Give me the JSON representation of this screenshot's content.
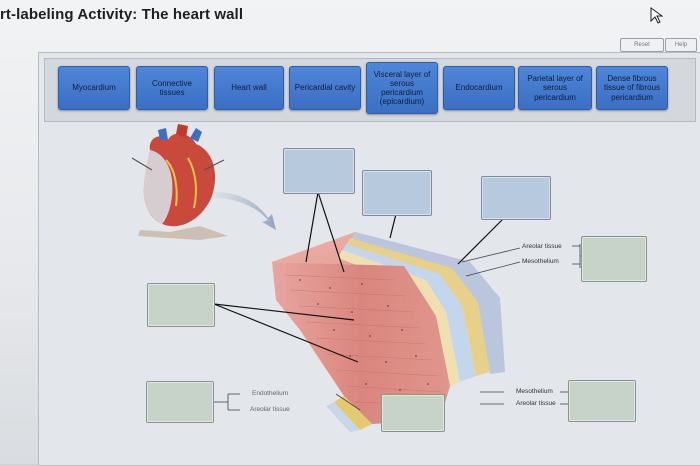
{
  "header": {
    "title": "rt-labeling Activity: The heart wall"
  },
  "toolbar": {
    "reset_label": "Reset",
    "help_label": "Help"
  },
  "label_bank": [
    {
      "text": "Myocardium"
    },
    {
      "text": "Connective tissues"
    },
    {
      "text": "Heart wall"
    },
    {
      "text": "Pericardial cavity"
    },
    {
      "text": "Visceral layer of serous pericardium (epicardium)"
    },
    {
      "text": "Endocardium"
    },
    {
      "text": "Parietal layer of serous pericardium"
    },
    {
      "text": "Dense fibrous tissue of fibrous pericardium"
    }
  ],
  "diagram_labels": {
    "areolar_tissue_right": "Areolar tissue",
    "mesothelium_right": "Mesothelium",
    "endothelium": "Endothelium",
    "areolar_tissue_left": "Areolar tissue",
    "mesothelium_bottom": "Mesothelium",
    "areolar_tissue_bottom": "Areolar tissue"
  },
  "colors": {
    "chip_blue": "#3f77cc",
    "drop_blue": "#b7c9dc",
    "drop_green": "#c7d3c9"
  }
}
